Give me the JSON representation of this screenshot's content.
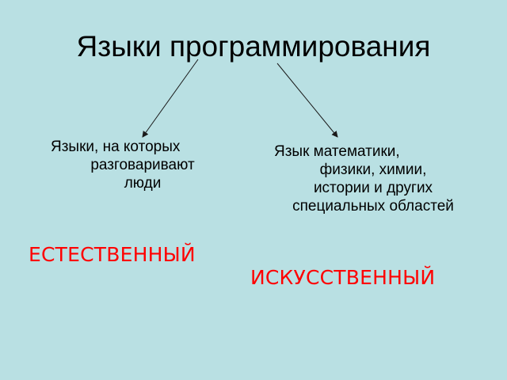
{
  "slide": {
    "background_color": "#b9e0e3",
    "title": "Языки программирования",
    "left_branch": {
      "lines": [
        "Языки, на которых",
        "разговаривают",
        "люди"
      ],
      "term": "ЕСТЕСТВЕННЫЙ"
    },
    "right_branch": {
      "lines": [
        "Язык математики,",
        "физики, химии,",
        "истории и других",
        "специальных областей"
      ],
      "term": "ИСКУССТВЕННЫЙ"
    },
    "term_color": "#ff0000",
    "arrow_color": "#1a1a1a"
  }
}
